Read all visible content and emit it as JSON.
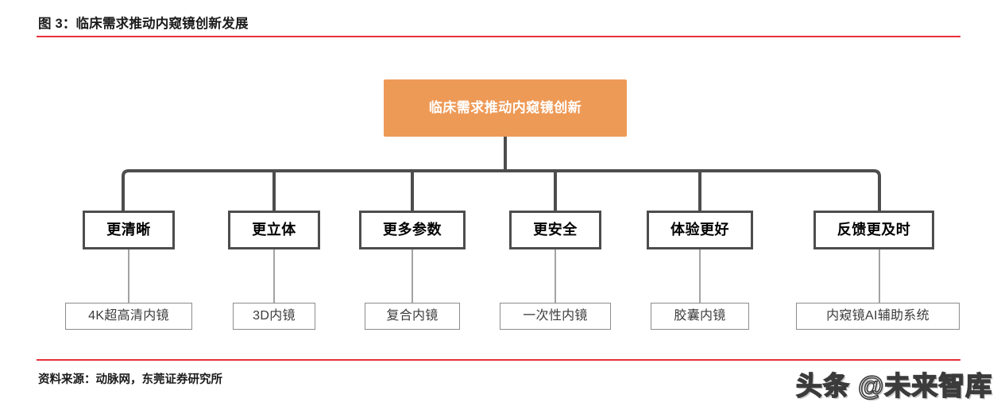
{
  "header": {
    "figure_title": "图 3：临床需求推动内窥镜创新发展",
    "rule_color": "#e8303a"
  },
  "footer": {
    "source_note": "资料来源：动脉网，东莞证券研究所",
    "watermark": "头条 @未来智库"
  },
  "diagram": {
    "type": "tree",
    "root": {
      "label": "临床需求推动内窥镜创新",
      "fill_color": "#ee9a57",
      "text_color": "#ffffff"
    },
    "branches": [
      {
        "label": "更清晰",
        "child": "4K超高清内镜"
      },
      {
        "label": "更立体",
        "child": "3D内镜"
      },
      {
        "label": "更多参数",
        "child": "复合内镜"
      },
      {
        "label": "更安全",
        "child": "一次性内镜"
      },
      {
        "label": "体验更好",
        "child": "胶囊内镜"
      },
      {
        "label": "反馈更及时",
        "child": "内窥镜AI辅助系统"
      }
    ],
    "connector_color": "#4d4d4d",
    "child_connector_color": "#8c8c8c"
  }
}
